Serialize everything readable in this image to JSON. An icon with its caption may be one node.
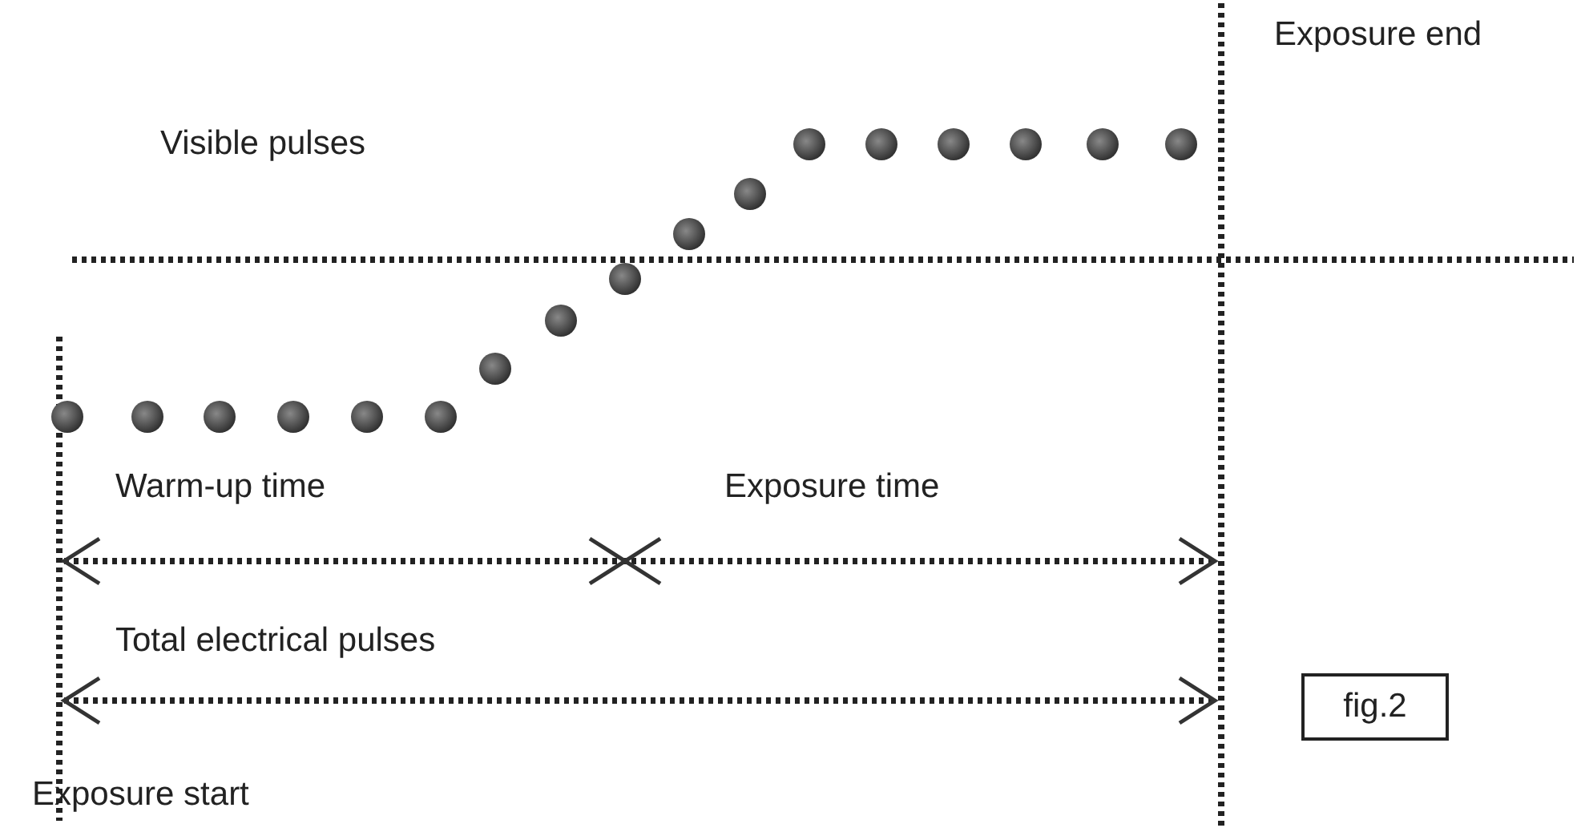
{
  "diagram": {
    "nodes": [
      {
        "text": [
          "fig.2"
        ]
      }
    ],
    "labels": [
      "Exposure end",
      "Visible pulses",
      "Warm-up time",
      "Exposure time",
      "Total electrical pulses",
      "Exposure start"
    ]
  }
}
